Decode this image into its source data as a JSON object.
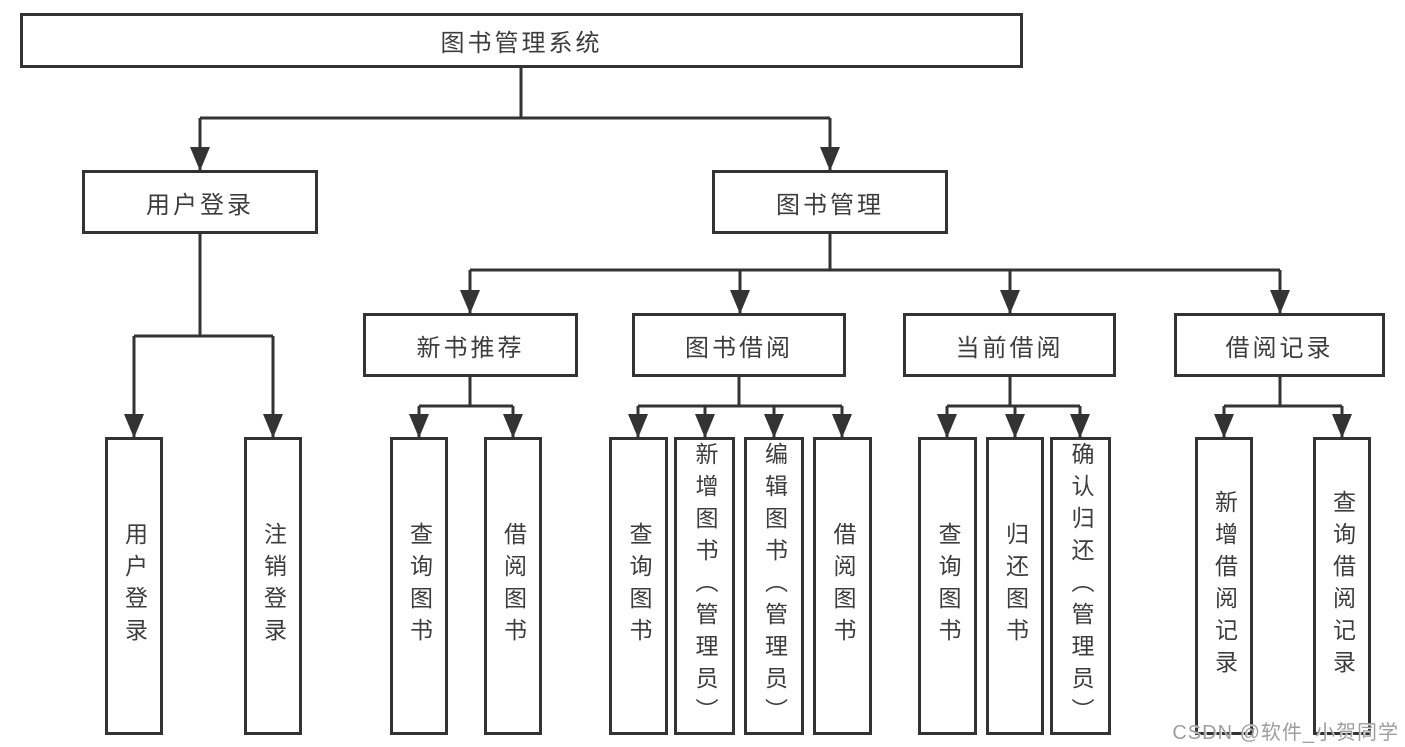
{
  "tree": {
    "root": {
      "label": "图书管理系统",
      "children": [
        {
          "label": "用户登录",
          "children": [
            {
              "label": "用户登录"
            },
            {
              "label": "注销登录"
            }
          ]
        },
        {
          "label": "图书管理",
          "children": [
            {
              "label": "新书推荐",
              "children": [
                {
                  "label": "查询图书"
                },
                {
                  "label": "借阅图书"
                }
              ]
            },
            {
              "label": "图书借阅",
              "children": [
                {
                  "label": "查询图书"
                },
                {
                  "label": "新增图书（管理员）"
                },
                {
                  "label": "编辑图书（管理员）"
                },
                {
                  "label": "借阅图书"
                }
              ]
            },
            {
              "label": "当前借阅",
              "children": [
                {
                  "label": "查询图书"
                },
                {
                  "label": "归还图书"
                },
                {
                  "label": "确认归还（管理员）"
                }
              ]
            },
            {
              "label": "借阅记录",
              "children": [
                {
                  "label": "新增借阅记录"
                },
                {
                  "label": "查询借阅记录"
                }
              ]
            }
          ]
        }
      ]
    }
  },
  "watermark": {
    "text": "CSDN @软件_小贺同学"
  },
  "colors": {
    "line": "#333333",
    "box_border": "#333333",
    "box_fill": "#ffffff",
    "text": "#3d3d3d",
    "watermark_text": "#9e9e9e",
    "background": "#ffffff"
  }
}
